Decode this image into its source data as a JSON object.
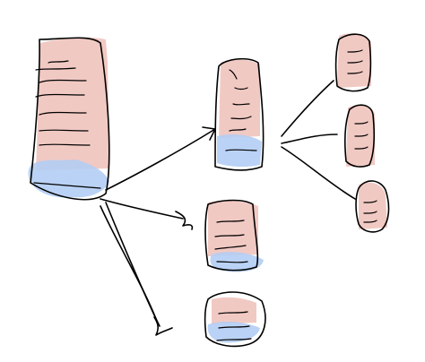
{
  "diagram": {
    "title": "",
    "description_visible_text": [],
    "colors": {
      "ink": "#000000",
      "red_highlight": "#efc0b8",
      "blue_highlight": "#b2cdf4",
      "background": "#ffffff"
    },
    "nodes": [
      {
        "id": "root",
        "shape": "tall-block",
        "label": ""
      },
      {
        "id": "mid-top",
        "shape": "tall-block",
        "label": ""
      },
      {
        "id": "mid-bottom-1",
        "shape": "block",
        "label": ""
      },
      {
        "id": "mid-bottom-2",
        "shape": "rounded-block",
        "label": ""
      },
      {
        "id": "right-1",
        "shape": "small-block",
        "label": ""
      },
      {
        "id": "right-2",
        "shape": "small-block",
        "label": ""
      },
      {
        "id": "right-3",
        "shape": "small-block",
        "label": ""
      }
    ],
    "edges": [
      {
        "from": "root",
        "to": "mid-top"
      },
      {
        "from": "root",
        "to": "mid-bottom-1"
      },
      {
        "from": "root",
        "to": "mid-bottom-2"
      },
      {
        "from": "mid-top",
        "to": "right-1"
      },
      {
        "from": "mid-top",
        "to": "right-2"
      },
      {
        "from": "mid-top",
        "to": "right-3"
      }
    ]
  }
}
